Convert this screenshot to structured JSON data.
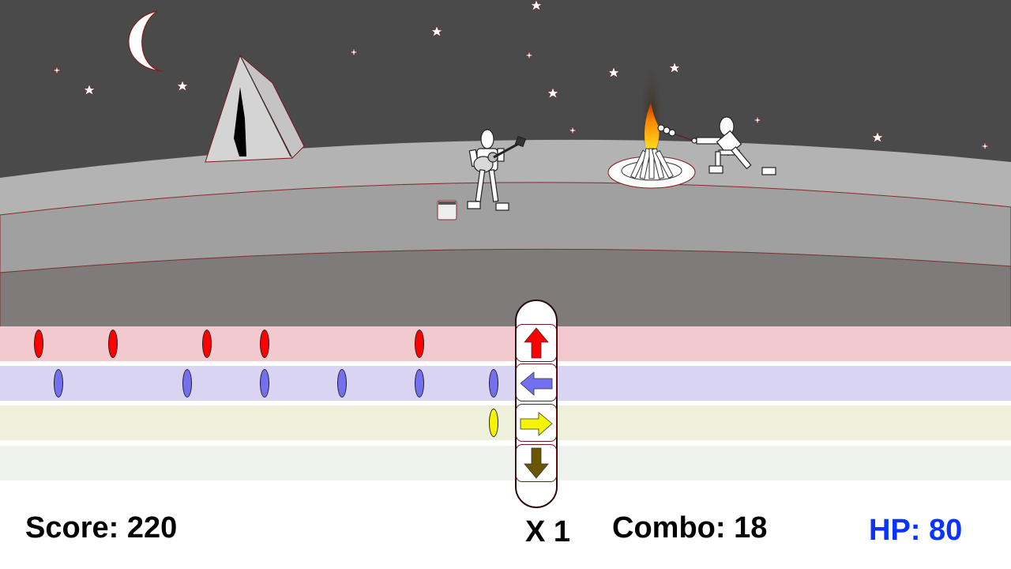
{
  "hud": {
    "score_label": "Score:",
    "score_value": "220",
    "multiplier_label": "X",
    "multiplier_value": "1",
    "combo_label": "Combo:",
    "combo_value": "18",
    "hp_label": "HP:",
    "hp_value": "80",
    "hp_color": "#0a33ff"
  },
  "colors": {
    "sky": "#4a4a4a",
    "ground_far": "#b3b3b3",
    "ground_mid": "#a0a0a0",
    "ground_near": "#7f7b7b",
    "lane_up": "#f2c9cf",
    "lane_left": "#d9d4f2",
    "lane_right": "#eff0db",
    "lane_down": "#eff1ec",
    "note_up": "#ff0000",
    "note_left": "#7270ee",
    "note_right": "#f5f500",
    "arrow_down": "#6b5600"
  },
  "lanes": [
    {
      "direction": "up",
      "notes_x": [
        49,
        143,
        262,
        335,
        531
      ]
    },
    {
      "direction": "left",
      "notes_x": [
        74,
        237,
        335,
        433,
        531,
        625
      ]
    },
    {
      "direction": "right",
      "notes_x": [
        625
      ]
    },
    {
      "direction": "down",
      "notes_x": []
    }
  ],
  "receptors": [
    {
      "direction": "up",
      "icon": "arrow-up-icon"
    },
    {
      "direction": "left",
      "icon": "arrow-left-icon"
    },
    {
      "direction": "right",
      "icon": "arrow-right-icon"
    },
    {
      "direction": "down",
      "icon": "arrow-down-icon"
    }
  ],
  "scene_objects": [
    "moon",
    "stars",
    "tent",
    "guitarist",
    "amplifier",
    "campfire",
    "marshmallow-roaster"
  ]
}
